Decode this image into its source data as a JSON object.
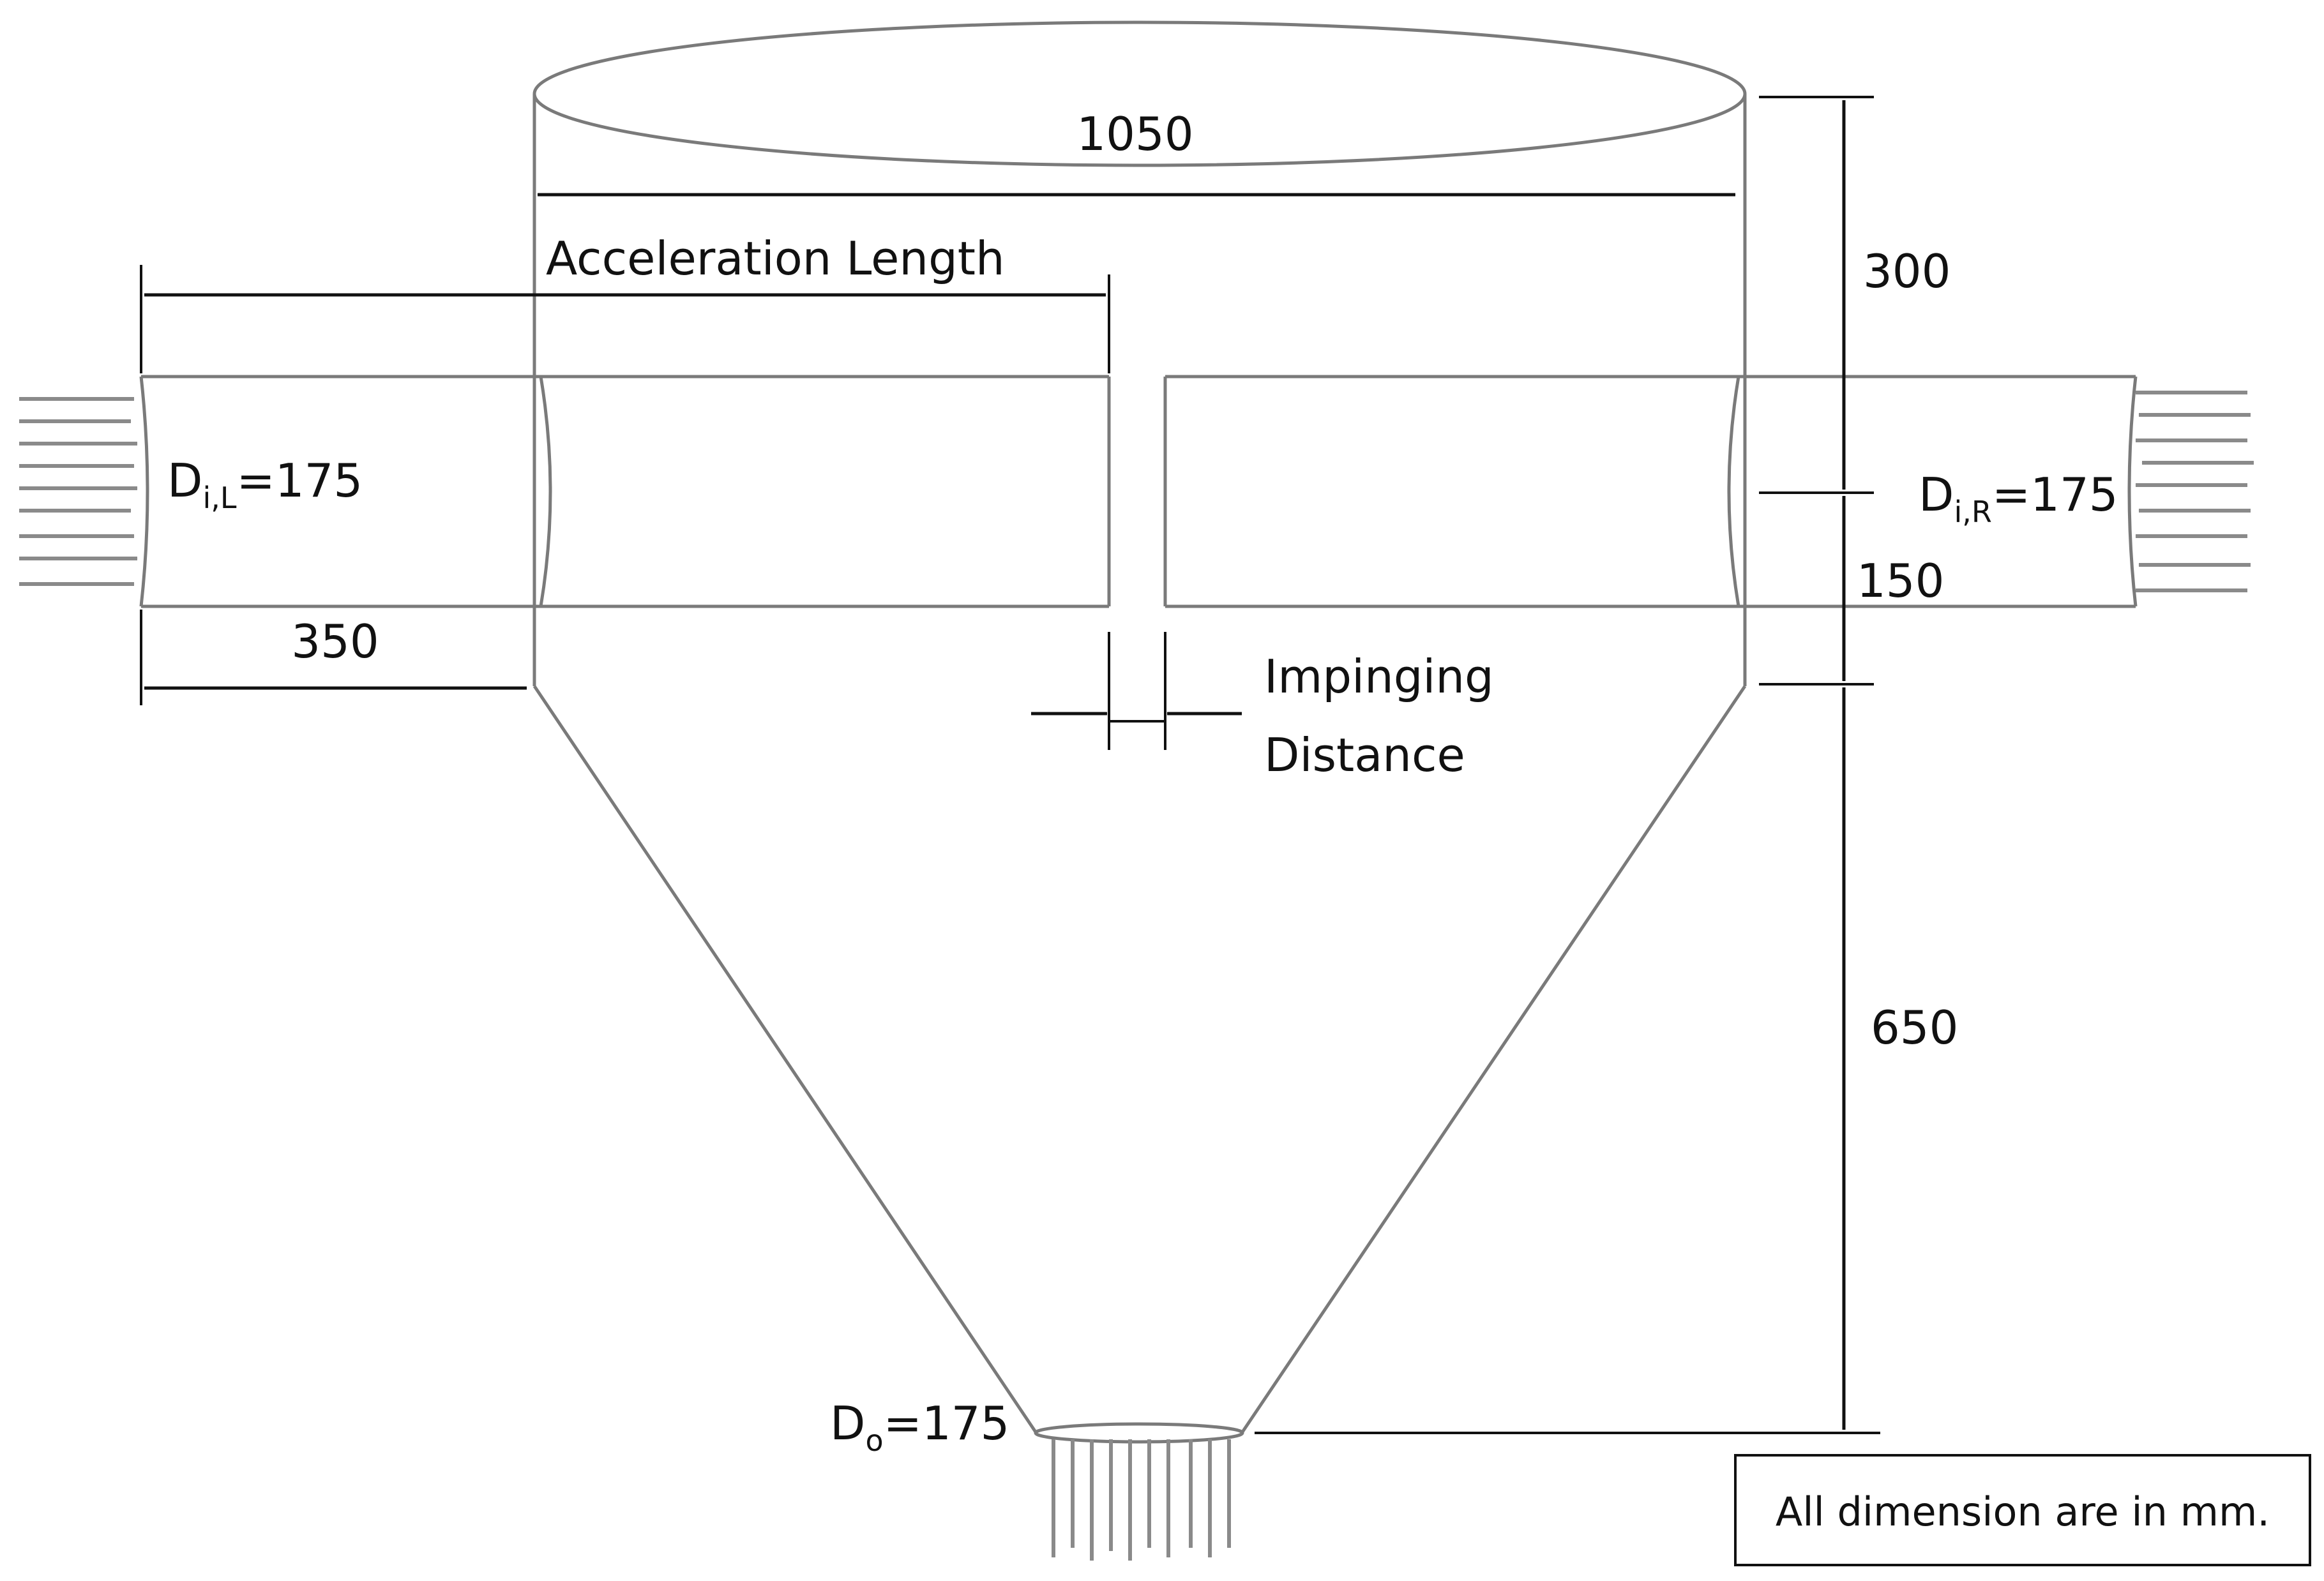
{
  "dimensions": {
    "width_label": "1050",
    "acceleration_label": "Acceleration Length",
    "height_top_label": "300",
    "height_mid_label": "150",
    "height_cone_label": "650",
    "inlet_offset_label": "350",
    "impinging_line1": "Impinging",
    "impinging_line2": "Distance"
  },
  "inlet_left": {
    "symbol": "D",
    "subscript": "i,L",
    "value": "=175"
  },
  "inlet_right": {
    "symbol": "D",
    "subscript": "i,R",
    "value": "=175"
  },
  "outlet": {
    "symbol": "D",
    "subscript": "o",
    "value": "=175"
  },
  "note": "All dimension are in mm.",
  "colors": {
    "outline": "#7a7a7a",
    "dimension": "#111111",
    "flow": "#8a8a8a"
  }
}
